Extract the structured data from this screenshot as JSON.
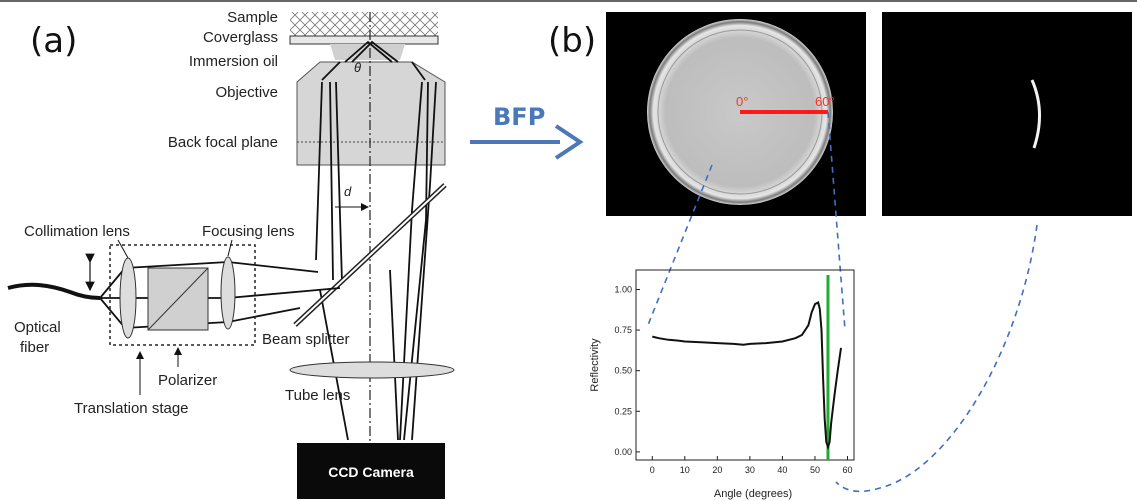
{
  "panels": {
    "a": "(a)",
    "b": "(b)"
  },
  "labels": {
    "sample": "Sample",
    "coverglass": "Coverglass",
    "immersion_oil": "Immersion oil",
    "objective": "Objective",
    "back_focal_plane": "Back focal plane",
    "theta": "θ",
    "d": "d",
    "collimation_lens": "Collimation lens",
    "focusing_lens": "Focusing lens",
    "optical_fiber_1": "Optical",
    "optical_fiber_2": "fiber",
    "polarizer": "Polarizer",
    "translation_stage": "Translation stage",
    "beam_splitter": "Beam splitter",
    "tube_lens": "Tube lens",
    "ccd_camera": "CCD Camera",
    "bfp_arrow": "BFP"
  },
  "bfp_image": {
    "angle_start": "0°",
    "angle_end": "60°"
  },
  "chart_data": {
    "type": "line",
    "xlabel": "Angle (degrees)",
    "ylabel": "Reflectivity",
    "xlim": [
      -5,
      62
    ],
    "ylim": [
      -0.05,
      1.12
    ],
    "xticks": [
      0,
      10,
      20,
      30,
      40,
      50,
      60
    ],
    "yticks": [
      0.0,
      0.25,
      0.5,
      0.75,
      1.0
    ],
    "xtick_labels": [
      "0",
      "10",
      "20",
      "30",
      "40",
      "50",
      "60"
    ],
    "ytick_labels": [
      "0.00",
      "0.25",
      "0.50",
      "0.75",
      "1.00"
    ],
    "series": [
      {
        "color": "#111111",
        "x": [
          0,
          2,
          5,
          8,
          10,
          15,
          20,
          25,
          28,
          30,
          35,
          40,
          44,
          46,
          48,
          49,
          50,
          51,
          51.5,
          52,
          52.5,
          53,
          53.5,
          54,
          54.5,
          55,
          56,
          57,
          58
        ],
        "y": [
          0.71,
          0.7,
          0.69,
          0.685,
          0.68,
          0.675,
          0.67,
          0.665,
          0.66,
          0.665,
          0.67,
          0.68,
          0.7,
          0.72,
          0.78,
          0.86,
          0.91,
          0.92,
          0.88,
          0.75,
          0.45,
          0.2,
          0.06,
          0.03,
          0.06,
          0.18,
          0.35,
          0.5,
          0.64
        ]
      }
    ],
    "vline": {
      "x": 54,
      "color": "#22aa33"
    }
  }
}
